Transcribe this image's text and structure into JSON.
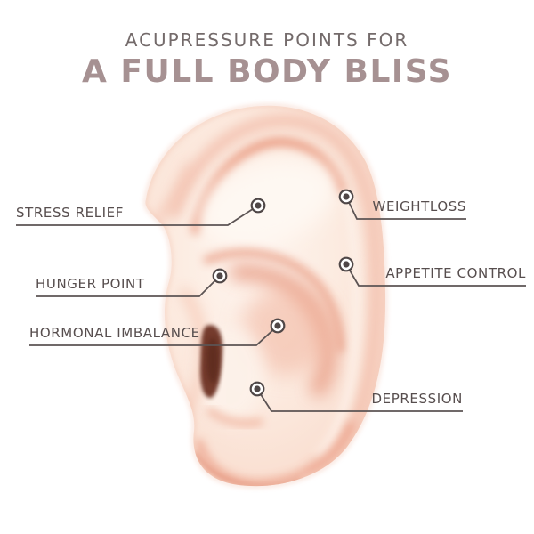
{
  "header": {
    "kicker": "ACUPRESSURE POINTS FOR",
    "title": "A FULL BODY BLISS"
  },
  "points": [
    {
      "id": "stress-relief",
      "label": "STRESS RELIEF",
      "side": "left"
    },
    {
      "id": "weightloss",
      "label": "WEIGHTLOSS",
      "side": "right"
    },
    {
      "id": "hunger-point",
      "label": "HUNGER POINT",
      "side": "left"
    },
    {
      "id": "appetite-control",
      "label": "APPETITE CONTROL",
      "side": "right"
    },
    {
      "id": "hormonal-imbalance",
      "label": "HORMONAL IMBALANCE",
      "side": "left"
    },
    {
      "id": "depression",
      "label": "DEPRESSION",
      "side": "right"
    }
  ],
  "colors": {
    "kicker_text": "#746b6b",
    "title_text": "#a69192",
    "label_text": "#574e4e",
    "leader_line": "#5c5454",
    "marker_ring": "#4f4747",
    "skin_light": "#fef4ee",
    "skin_mid": "#f9dccd",
    "rim_pink": "#f3bda9",
    "deep_fold": "#e99b81",
    "ear_canal": "#6f3425"
  }
}
